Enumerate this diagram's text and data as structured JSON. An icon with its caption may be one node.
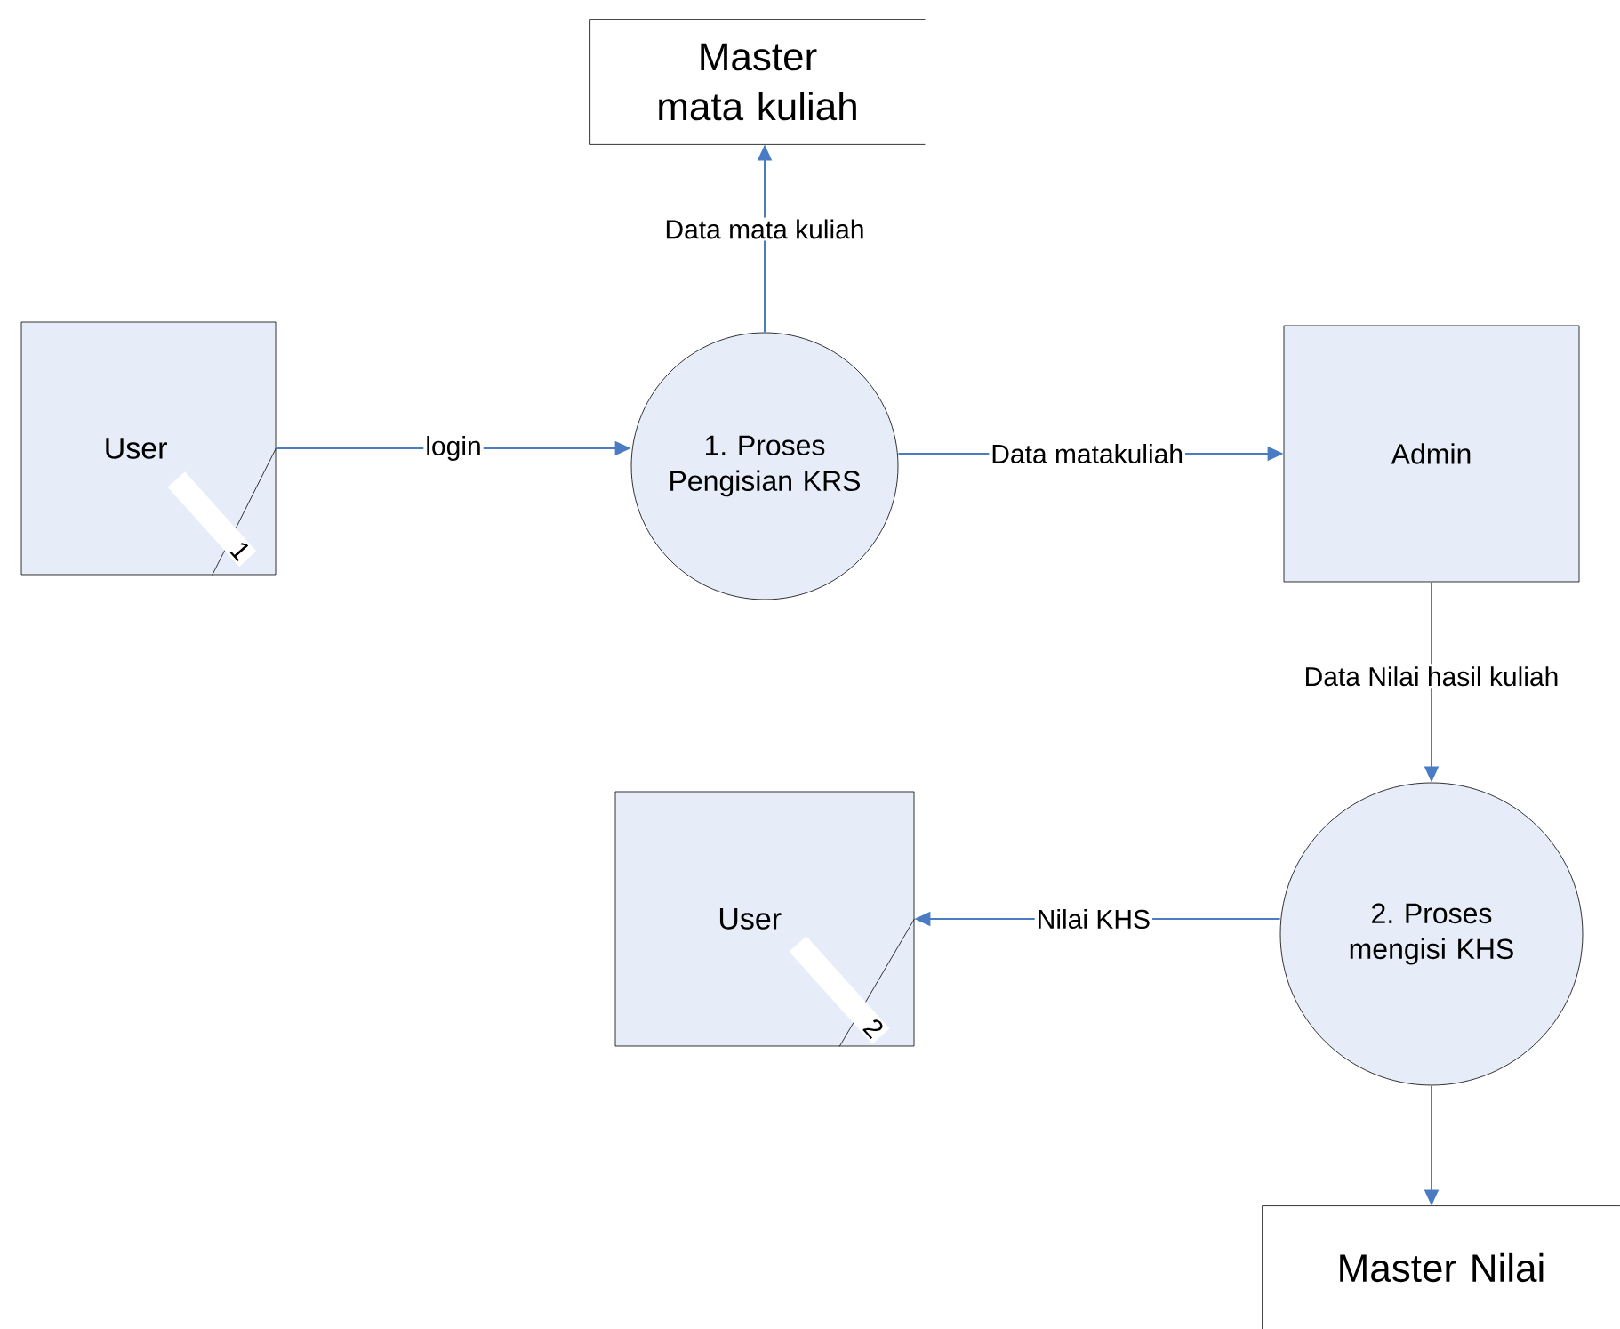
{
  "diagram": {
    "nodes": [
      {
        "text": [
          "User",
          "1"
        ]
      },
      {
        "text": [
          "1. Proses Pengisian KRS"
        ]
      },
      {
        "text": [
          "Master mata kuliah"
        ]
      },
      {
        "text": [
          "Admin"
        ]
      },
      {
        "text": [
          "2. Proses mengisi KHS"
        ]
      },
      {
        "text": [
          "User",
          "2"
        ]
      },
      {
        "text": [
          "Master Nilai"
        ]
      }
    ],
    "edges": [
      {
        "from": 0,
        "to": 1,
        "arrow": "to",
        "label": "login"
      },
      {
        "from": 1,
        "to": 2,
        "arrow": "to",
        "label": "Data mata kuliah"
      },
      {
        "from": 1,
        "to": 3,
        "arrow": "to",
        "label": "Data matakuliah"
      },
      {
        "from": 3,
        "to": 4,
        "arrow": "to",
        "label": "Data Nilai hasil kuliah"
      },
      {
        "from": 4,
        "to": 5,
        "arrow": "to",
        "label": "Nilai KHS"
      },
      {
        "from": 4,
        "to": 6,
        "arrow": "to"
      }
    ]
  }
}
